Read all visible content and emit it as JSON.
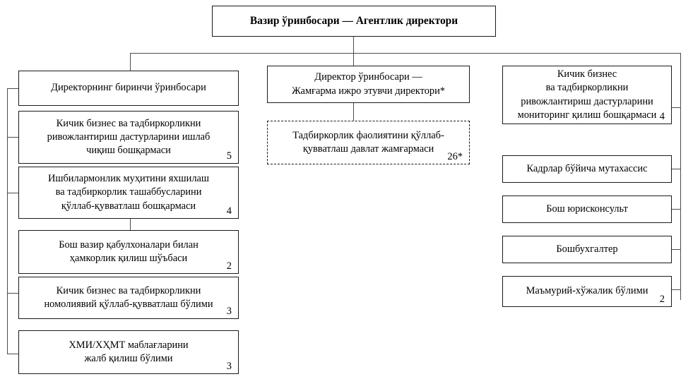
{
  "chart_title": "Вазир ўринбосари — Агентлик директори",
  "root": {
    "label": "Вазир ўринбосари — Агентлик директори"
  },
  "columns": {
    "left": {
      "name": "left-column",
      "boxes": [
        {
          "label": "Директорнинг биринчи ўринбосари",
          "count": ""
        },
        {
          "label": "Кичик бизнес ва тадбиркорликни\nривожлантириш дастурларини ишлаб\nчиқиш бошқармаси",
          "count": "5"
        },
        {
          "label": "Ишбилармонлик муҳитини яхшилаш\nва тадбиркорлик ташаббусларини\nқўллаб-қувватлаш бошқармаси",
          "count": "4"
        },
        {
          "label": "Бош вазир қабулхоналари билан\nҳамкорлик қилиш шўъбаси",
          "count": "2"
        },
        {
          "label": "Кичик бизнес ва тадбиркорликни\nномолиявий қўллаб-қувватлаш бўлими",
          "count": "3"
        },
        {
          "label": "ХМИ/ХҲМТ маблағларини\nжалб қилиш бўлими",
          "count": "3"
        }
      ]
    },
    "middle": {
      "name": "middle-column",
      "boxes": [
        {
          "label": "Директор ўринбосари —\nЖамғарма ижро этувчи директори*",
          "count": "",
          "style": "solid"
        },
        {
          "label": "Тадбиркорлик фаолиятини қўллаб-\nқувватлаш давлат жамғармаси",
          "count": "26*",
          "style": "dashed"
        }
      ]
    },
    "right": {
      "name": "right-column",
      "boxes": [
        {
          "label": "Кичик бизнес\nва тадбиркорликни\nривожлантириш дастурларини\nмониторинг қилиш бошқармаси",
          "count": "4"
        },
        {
          "label": "Кадрлар бўйича мутахассис",
          "count": ""
        },
        {
          "label": "Бош юрисконсульт",
          "count": ""
        },
        {
          "label": "Бошбухгалтер",
          "count": ""
        },
        {
          "label": "Маъмурий-хўжалик бўлими",
          "count": "2"
        }
      ]
    }
  },
  "colors": {
    "box_border": "#1a1a1a",
    "connector": "#4c4c4c",
    "background": "#ffffff",
    "text": "#000000"
  }
}
